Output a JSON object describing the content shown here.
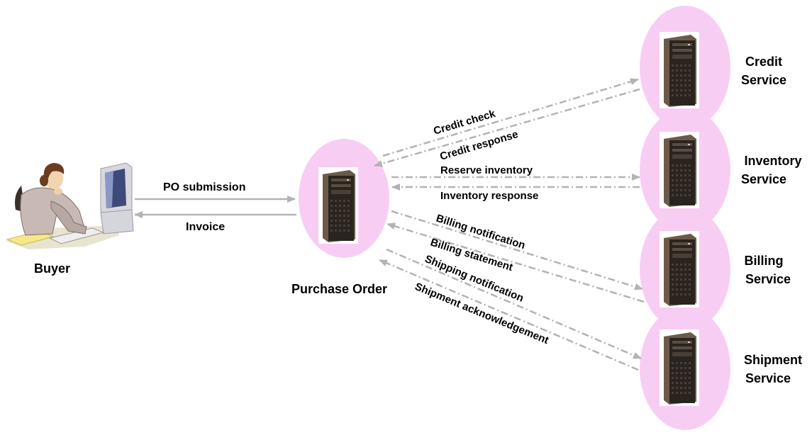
{
  "buyer": {
    "label": "Buyer"
  },
  "purchase_order": {
    "label": "Purchase Order"
  },
  "services": [
    {
      "line1": "Credit",
      "line2": "Service"
    },
    {
      "line1": "Inventory",
      "line2": "Service"
    },
    {
      "line1": "Billing",
      "line2": "Service"
    },
    {
      "line1": "Shipment",
      "line2": "Service"
    }
  ],
  "messages": {
    "po_submission": "PO submission",
    "invoice": "Invoice",
    "credit_check": "Credit check",
    "credit_response": "Credit response",
    "reserve_inventory": "Reserve inventory",
    "inventory_response": "Inventory response",
    "billing_notification": "Billing notification",
    "billing_statement": "Billing statement",
    "shipping_notification": "Shipping notification",
    "shipment_acknowledgement": "Shipment acknowledgement"
  },
  "colors": {
    "ellipse_fill": "#f8cdf3",
    "arrow": "#b3b3b3",
    "server_body": "#2a2420",
    "server_side": "#6b5a4a"
  }
}
